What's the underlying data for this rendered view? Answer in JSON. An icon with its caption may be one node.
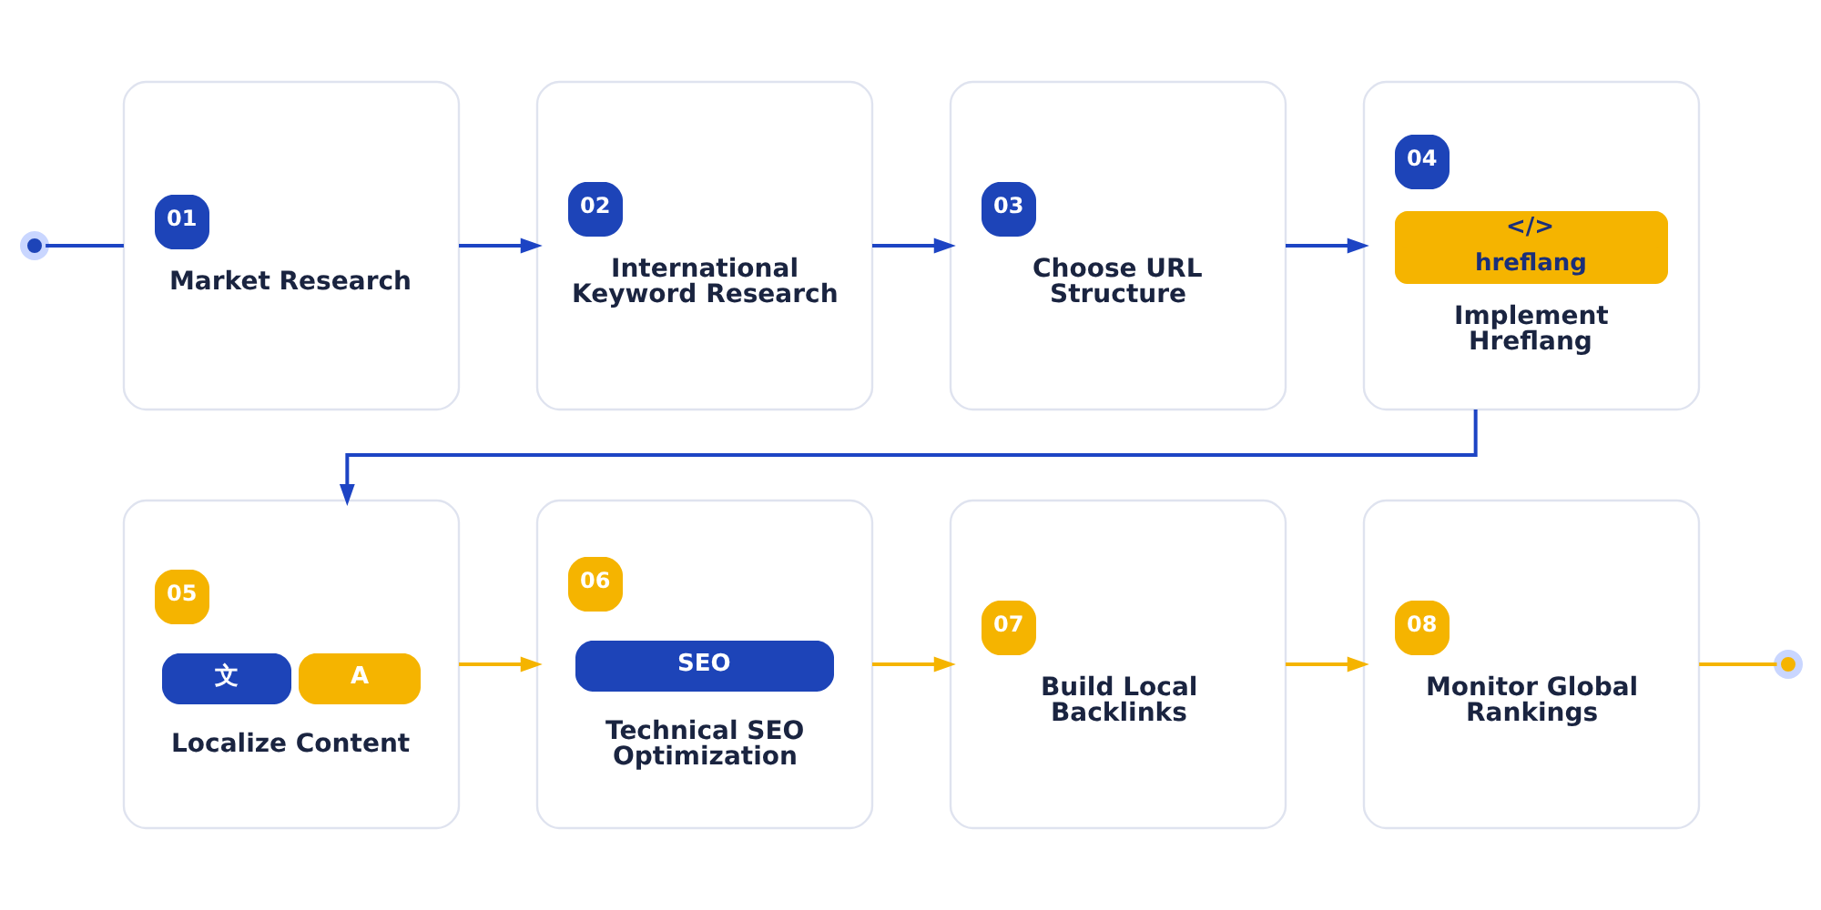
{
  "diagram": {
    "nodes": [
      {
        "text": [],
        "shape": "circle"
      },
      {
        "text": [
          "01",
          "Market Research"
        ]
      },
      {
        "text": [
          "02",
          "International Keyword Research"
        ]
      },
      {
        "text": [
          "03",
          "Choose URL Structure"
        ]
      },
      {
        "text": [
          "04",
          "</>",
          "hreflang",
          "Implement Hreflang"
        ]
      },
      {
        "text": [
          "05",
          "文",
          "A",
          "Localize Content"
        ]
      },
      {
        "text": [
          "06",
          "SEO",
          "Technical SEO Optimization"
        ]
      },
      {
        "text": [
          "07",
          "Build Local Backlinks"
        ]
      },
      {
        "text": [
          "08",
          "Monitor Global Rankings"
        ]
      },
      {
        "text": [],
        "shape": "circle"
      }
    ],
    "edges": [
      {
        "from": 0,
        "to": 1,
        "arrow": "none"
      },
      {
        "from": 1,
        "to": 2,
        "arrow": "to"
      },
      {
        "from": 2,
        "to": 3,
        "arrow": "to"
      },
      {
        "from": 3,
        "to": 4,
        "arrow": "to"
      },
      {
        "from": 4,
        "to": 5,
        "arrow": "to"
      },
      {
        "from": 5,
        "to": 6,
        "arrow": "to",
        "color": "#f5b400"
      },
      {
        "from": 6,
        "to": 7,
        "arrow": "to",
        "color": "#f5b400"
      },
      {
        "from": 7,
        "to": 8,
        "arrow": "to",
        "color": "#f5b400"
      },
      {
        "from": 8,
        "to": 9,
        "arrow": "none",
        "color": "#f5b400"
      }
    ]
  }
}
